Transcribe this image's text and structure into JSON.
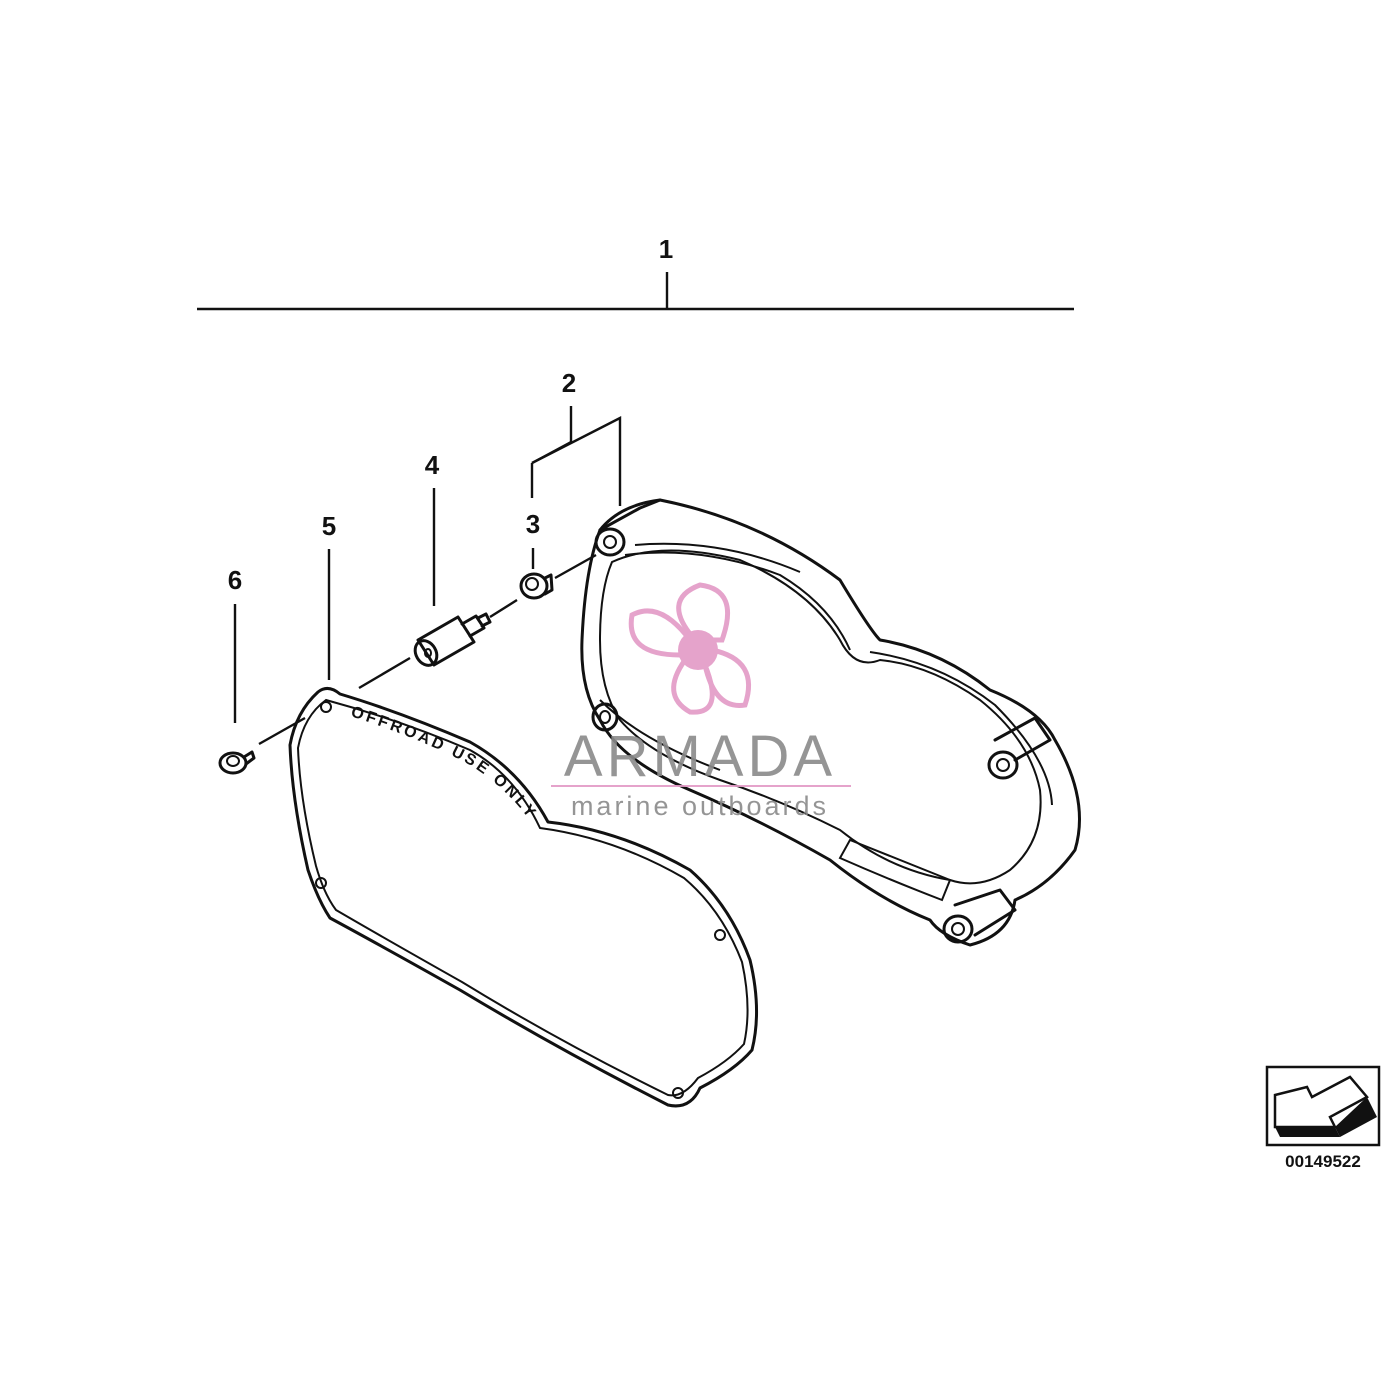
{
  "callouts": {
    "c1": "1",
    "c2": "2",
    "c3": "3",
    "c4": "4",
    "c5": "5",
    "c6": "6"
  },
  "cover_embossed_text": "OFFROAD USE ONLY",
  "watermark": {
    "brand": "ARMADA",
    "tagline": "marine outboards",
    "accent_color": "#e39ac6",
    "text_color": "#8a8a8a",
    "icon": "propeller-icon"
  },
  "document_number": "00149522",
  "nav_icon": "arrow-down-left-icon"
}
